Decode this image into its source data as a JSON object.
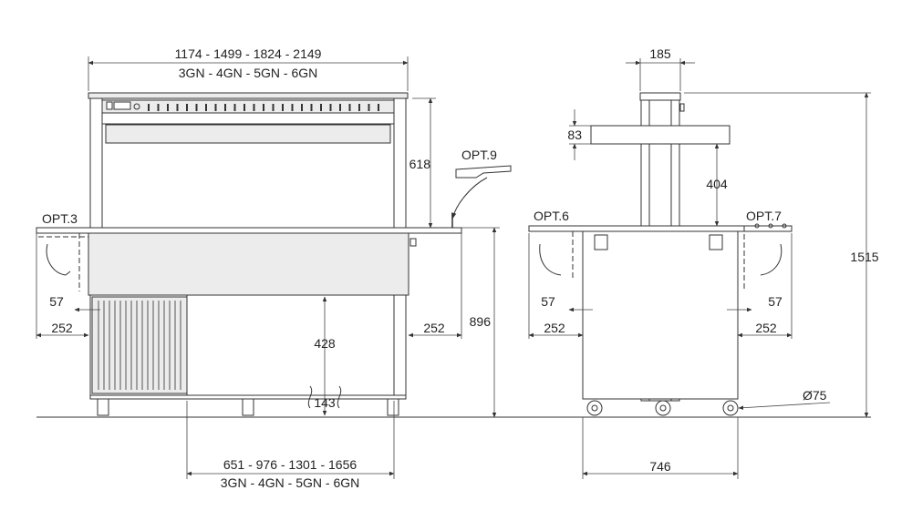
{
  "front_view": {
    "width_overall": "1174 - 1499 - 1824 - 2149",
    "width_overall_gn": "3GN - 4GN - 5GN - 6GN",
    "width_base": "651 - 976 - 1301 - 1656",
    "width_base_gn": "3GN - 4GN - 5GN - 6GN",
    "height_top": "618",
    "height_counter": "896",
    "height_lower": "428",
    "height_legs": "143",
    "side_depth_left": "57",
    "side_width_left": "252",
    "side_width_right": "252",
    "option_left": "OPT.3",
    "option_right": "OPT.9"
  },
  "side_view": {
    "top_width": "185",
    "shelf_height": "83",
    "shelf_gap": "404",
    "total_height": "1515",
    "base_depth": "746",
    "wheel_diameter": "Ø75",
    "left_depth": "57",
    "left_width": "252",
    "right_depth": "57",
    "right_width": "252",
    "option_left": "OPT.6",
    "option_right": "OPT.7"
  }
}
